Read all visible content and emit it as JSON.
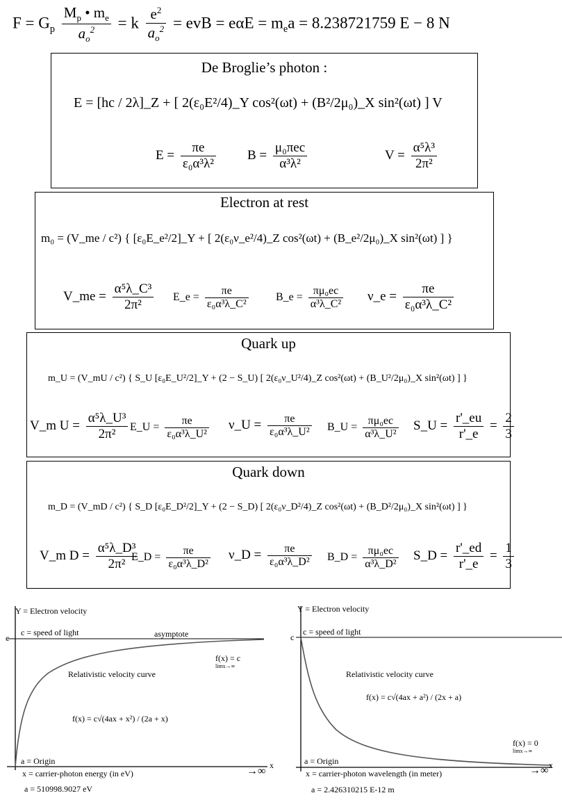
{
  "header_equation": {
    "lhs": "F = G",
    "gp_sub": "p",
    "frac1_num": "M",
    "frac1_num_sub1": "p",
    "frac1_num_mid": " • m",
    "frac1_num_sub2": "e",
    "frac1_den": "a",
    "frac1_den_sub": "o",
    "frac1_den_sup": "2",
    "eq_k": "= k",
    "frac2_num": "e",
    "frac2_num_sup": "2",
    "frac2_den": "a",
    "frac2_den_sub": "o",
    "frac2_den_sup": "2",
    "tail": "= evB = eαE = m",
    "tail_sub": "e",
    "tail_end": "a = 8.238721759  E − 8 N"
  },
  "photon": {
    "title": "De Broglie’s photon :",
    "line1": "E = [hc / 2λ]_Z + [ 2(ε₀E²/4)_Y cos²(ωt) + (B²/2μ₀)_X sin²(ωt) ] V",
    "E_def_lhs": "E =",
    "E_def_num": "πe",
    "E_def_den": "ε₀α³λ²",
    "B_def_lhs": "B =",
    "B_def_num": "μ₀πec",
    "B_def_den": "α³λ²",
    "V_def_lhs": "V =",
    "V_def_num": "α⁵λ³",
    "V_def_den": "2π²"
  },
  "electron": {
    "title": "Electron at rest",
    "line1": "m₀ = (V_me / c²) { [ε₀E_e²/2]_Y + [ 2(ε₀ν_e²/4)_Z cos²(ωt) + (B_e²/2μ₀)_X sin²(ωt) ] }",
    "V_lhs": "V_me =",
    "V_num": "α⁵λ_C³",
    "V_den": "2π²",
    "E_lhs": "E_e =",
    "E_num": "πe",
    "E_den": "ε₀α³λ_C²",
    "B_lhs": "B_e =",
    "B_num": "πμ₀ec",
    "B_den": "α³λ_C²",
    "nu_lhs": "ν_e =",
    "nu_num": "πe",
    "nu_den": "ε₀α³λ_C²"
  },
  "quark_up": {
    "title": "Quark up",
    "line1": "m_U = (V_mU / c²) { S_U [ε₀E_U²/2]_Y + (2 − S_U) [ 2(ε₀ν_U²/4)_Z cos²(ωt) + (B_U²/2μ₀)_X sin²(ωt) ] }",
    "V_lhs": "V_m U =",
    "V_num": "α⁵λ_U³",
    "V_den": "2π²",
    "E_lhs": "E_U =",
    "E_num": "πe",
    "E_den": "ε₀α³λ_U²",
    "nu_lhs": "ν_U =",
    "nu_num": "πe",
    "nu_den": "ε₀α³λ_U²",
    "B_lhs": "B_U =",
    "B_num": "πμ₀ec",
    "B_den": "α³λ_U²",
    "S_lhs": "S_U =",
    "S_num": "r'_eu",
    "S_den": "r'_e",
    "S_val_num": "2",
    "S_val_den": "3"
  },
  "quark_down": {
    "title": "Quark down",
    "line1": "m_D = (V_mD / c²) { S_D [ε₀E_D²/2]_Y + (2 − S_D) [ 2(ε₀ν_D²/4)_Z cos²(ωt) + (B_D²/2μ₀)_X sin²(ωt) ] }",
    "V_lhs": "V_m D =",
    "V_num": "α⁵λ_D³",
    "V_den": "2π²",
    "E_lhs": "E_D =",
    "E_num": "πe",
    "E_den": "ε₀α³λ_D²",
    "nu_lhs": "ν_D =",
    "nu_num": "πe",
    "nu_den": "ε₀α³λ_D²",
    "B_lhs": "B_D =",
    "B_num": "πμ₀ec",
    "B_den": "α³λ_D²",
    "S_lhs": "S_D =",
    "S_num": "r'_ed",
    "S_den": "r'_e",
    "S_val_num": "1",
    "S_val_den": "3"
  },
  "graph_left": {
    "y_label": "Y = Electron velocity",
    "c_tick": "c",
    "c_label": "c = speed of light",
    "asymptote": "asymptote",
    "limit": "f(x) = c",
    "limit_sub": "limx→∞",
    "curve_label": "Relativistic velocity curve",
    "formula": "f(x) = c√(4ax + x²) / (2a + x)",
    "origin": "a = Origin",
    "x_label": "x = carrier-photon energy (in eV)",
    "x_axis": "x",
    "infinity": "→∞",
    "a_value": "a = 510998.9027 eV"
  },
  "graph_right": {
    "y_label": "Y = Electron velocity",
    "c_tick": "c",
    "c_label": "c = speed of light",
    "curve_label": "Relativistic velocity curve",
    "formula": "f(x) = c√(4ax + a²) / (2x + a)",
    "limit": "f(x) = 0",
    "limit_sub": "limx→∞",
    "origin": "a = Origin",
    "x_label": "x = carrier-photon wavelength (in meter)",
    "x_axis": "x",
    "infinity": "→∞",
    "a_value": "a = 2.426310215 E-12 m"
  }
}
